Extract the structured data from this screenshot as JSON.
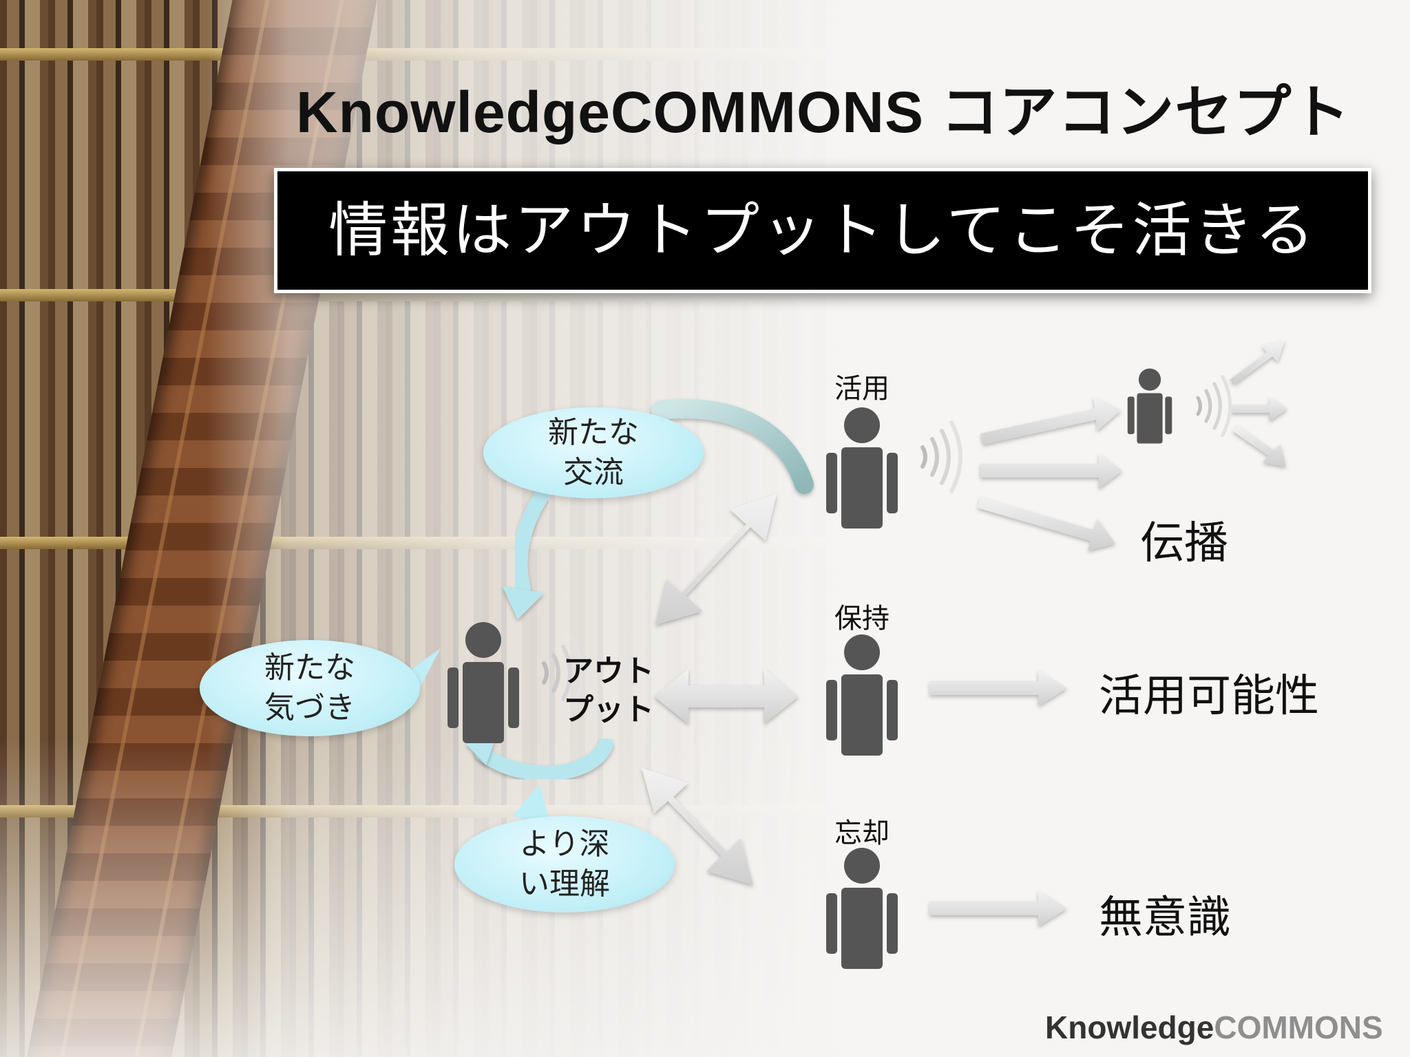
{
  "title": "KnowledgeCOMMONS コアコンセプト",
  "banner": "情報はアウトプットしてこそ活きる",
  "labels": {
    "katsuyou": "活用",
    "hoji": "保持",
    "boukyaku": "忘却",
    "output_line1": "アウト",
    "output_line2": "プット",
    "denpan": "伝播",
    "katsuyou_kanousei": "活用可能性",
    "muishiki": "無意識"
  },
  "bubbles": {
    "new_exchange": {
      "line1": "新たな",
      "line2": "交流"
    },
    "new_awareness": {
      "line1": "新たな",
      "line2": "気づき"
    },
    "deeper_understanding": {
      "line1": "より深",
      "line2": "い理解"
    }
  },
  "footer": {
    "part1": "Knowledge",
    "part2": "COMMONS"
  },
  "colors": {
    "person": "#555555",
    "arrow": "#d9d9d9",
    "bubble": "#bfeef7",
    "banner_bg": "#000000",
    "banner_text": "#ffffff"
  }
}
